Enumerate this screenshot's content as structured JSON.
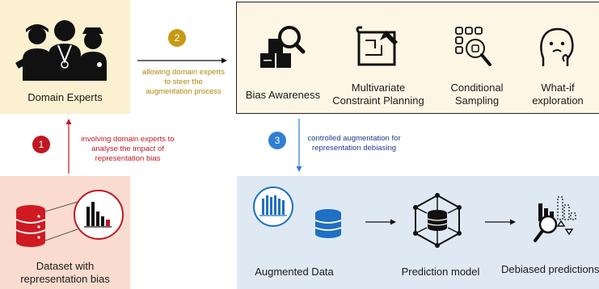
{
  "experts": {
    "label": "Domain Experts"
  },
  "dataset": {
    "label_line1": "Dataset with",
    "label_line2": "representation bias"
  },
  "steps": {
    "one": {
      "number": "1",
      "text_line1": "involving domain experts to",
      "text_line2": "analyse the impact of",
      "text_line3": "representation bias"
    },
    "two": {
      "number": "2",
      "text_line1": "allowing domain experts",
      "text_line2": "to steer the",
      "text_line3": "augmentation process"
    },
    "three": {
      "number": "3",
      "text_line1": "controlled augmentation for",
      "text_line2": "representation debiasing"
    }
  },
  "techniques": {
    "bias_awareness": "Bias Awareness",
    "multivariate_line1": "Multivariate",
    "multivariate_line2": "Constraint Planning",
    "conditional_line1": "Conditional",
    "conditional_line2": "Sampling",
    "whatif_line1": "What-if",
    "whatif_line2": "exploration"
  },
  "pipeline": {
    "augmented": "Augmented Data",
    "model": "Prediction model",
    "debiased": "Debiased predictions"
  },
  "colors": {
    "red": "#c01822",
    "gold": "#c69a12",
    "blue": "#2f7fd3",
    "navy": "#1f3a8a"
  }
}
